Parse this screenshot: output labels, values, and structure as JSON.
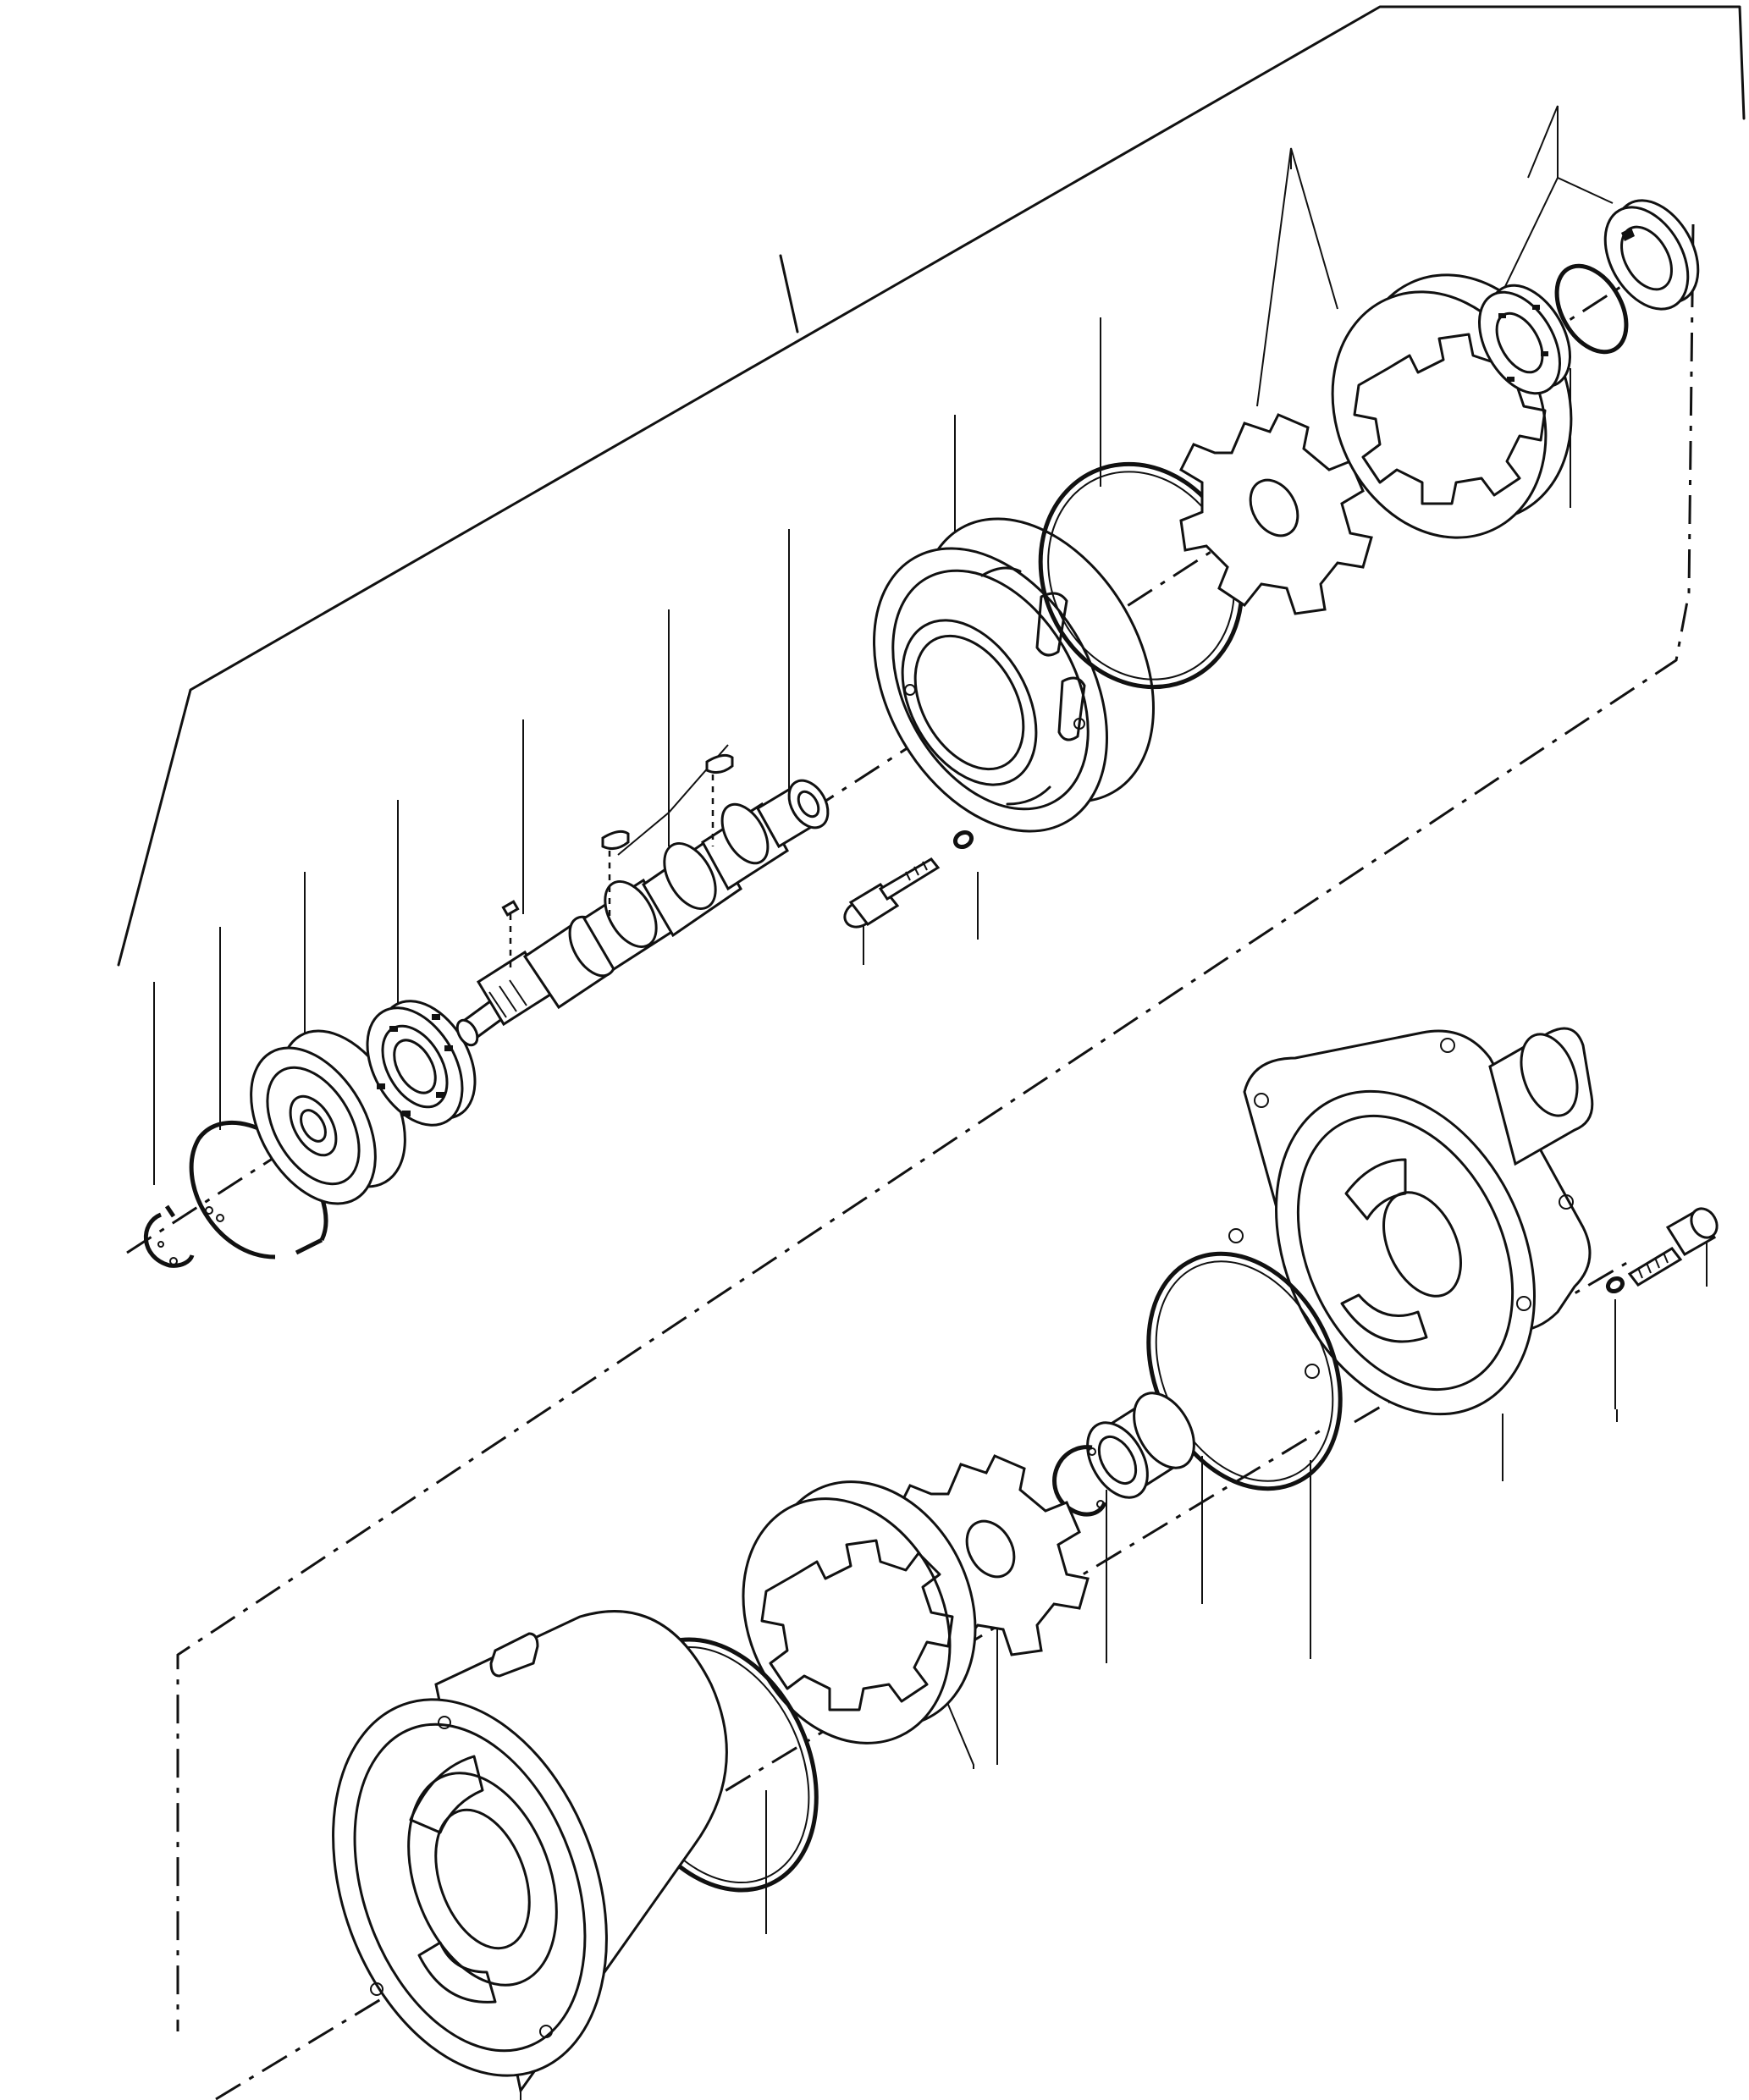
{
  "diagram": {
    "type": "exploded-parts-view",
    "subject": "gear-pump",
    "parts": [
      {
        "id": "snap-ring-small",
        "icon": "snap-ring-icon"
      },
      {
        "id": "snap-ring-large",
        "icon": "snap-ring-icon"
      },
      {
        "id": "ball-bearing",
        "icon": "bearing-icon"
      },
      {
        "id": "needle-bearing-cage",
        "icon": "bearing-icon"
      },
      {
        "id": "drive-shaft",
        "icon": "shaft-icon"
      },
      {
        "id": "shaft-keys",
        "icon": "key-icon"
      },
      {
        "id": "woodruff-key",
        "icon": "key-icon"
      },
      {
        "id": "rear-cover",
        "icon": "housing-icon"
      },
      {
        "id": "cap-screw-upper",
        "icon": "screw-icon"
      },
      {
        "id": "o-ring-upper",
        "icon": "o-ring-icon"
      },
      {
        "id": "inner-gear-upper",
        "icon": "gear-icon"
      },
      {
        "id": "outer-gear-ring-upper",
        "icon": "gear-icon"
      },
      {
        "id": "roller-bearing-upper",
        "icon": "bearing-icon"
      },
      {
        "id": "o-ring-small-upper",
        "icon": "o-ring-icon"
      },
      {
        "id": "oil-seal",
        "icon": "seal-icon"
      },
      {
        "id": "front-flange-housing",
        "icon": "housing-icon"
      },
      {
        "id": "cap-screw-lower",
        "icon": "screw-icon"
      },
      {
        "id": "o-ring-lower-right",
        "icon": "o-ring-icon"
      },
      {
        "id": "needle-bushing",
        "icon": "bushing-icon"
      },
      {
        "id": "snap-ring-lower",
        "icon": "snap-ring-icon"
      },
      {
        "id": "inner-gear-lower",
        "icon": "gear-icon"
      },
      {
        "id": "outer-gear-ring-lower",
        "icon": "gear-icon"
      },
      {
        "id": "o-ring-lower-left",
        "icon": "o-ring-icon"
      },
      {
        "id": "pump-body",
        "icon": "housing-icon"
      }
    ]
  }
}
